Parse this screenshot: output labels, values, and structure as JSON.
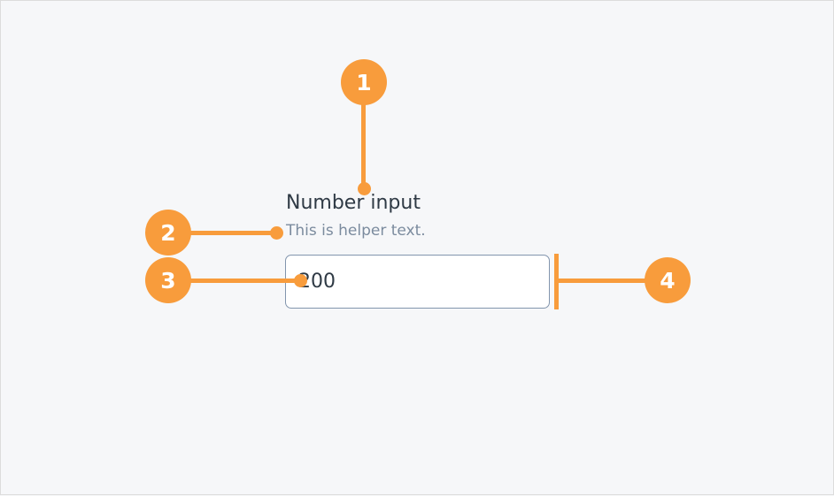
{
  "page": {
    "background_color": "#f6f7f9",
    "border_color": "#dcdcdc",
    "accent_color": "#f89c3c"
  },
  "component": {
    "type": "number-input",
    "label": "Number input",
    "helper_text": "This is helper text.",
    "value": "200",
    "placeholder": "",
    "border_color": "#8295ad",
    "text_color": "#2f3a45",
    "helper_color": "#7b8b9e",
    "field_background": "#ffffff"
  },
  "callouts": [
    {
      "number": "1",
      "target": "label"
    },
    {
      "number": "2",
      "target": "helper-text"
    },
    {
      "number": "3",
      "target": "input-value"
    },
    {
      "number": "4",
      "target": "input-right-edge"
    }
  ]
}
